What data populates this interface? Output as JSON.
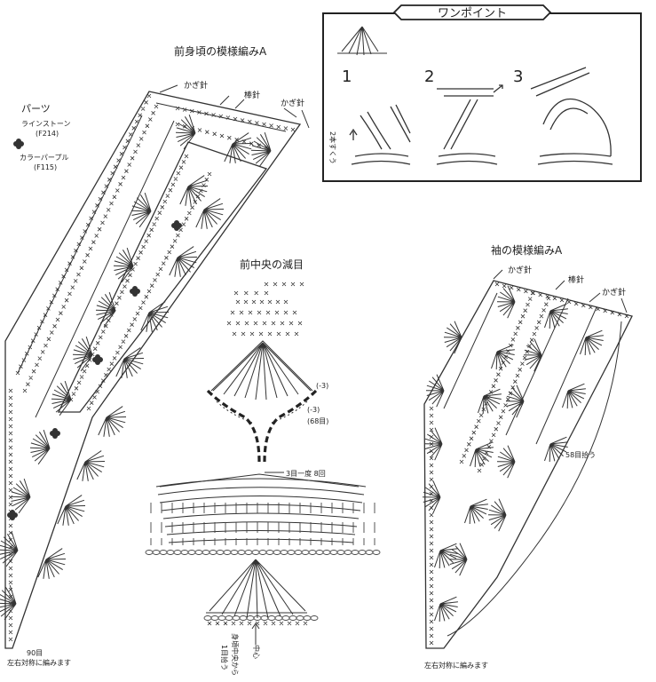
{
  "one_point": {
    "title": "ワンポイント",
    "steps": [
      "1",
      "2",
      "3"
    ],
    "step1_note": "2本すくう"
  },
  "front_body": {
    "title": "前身頃の模様編みA",
    "callout_hook_left": "かぎ針",
    "callout_knit": "棒針",
    "callout_hook_right": "かぎ針",
    "bottom_count": "90目",
    "bottom_note": "左右対称に編みます"
  },
  "parts": {
    "title": "パーツ",
    "item1_name": "ラインストーン",
    "item1_code": "(F214)",
    "item2_name": "カラーパープル",
    "item2_code": "(F115)"
  },
  "center_decrease": {
    "title": "前中央の減目",
    "label_minus3_upper": "(-3)",
    "label_minus3_lower": "(-3)",
    "label_68": "(68目)",
    "label_rule": "3目一度 8回",
    "center_note_1": "身頃中央から",
    "center_note_2": "1目拾う",
    "center_label": "中心"
  },
  "sleeve": {
    "title": "袖の模様編みA",
    "callout_hook_left": "かぎ針",
    "callout_knit": "棒針",
    "callout_hook_right": "かぎ針",
    "pickup_note": "58目拾う",
    "bottom_note": "左右対称に編みます"
  }
}
